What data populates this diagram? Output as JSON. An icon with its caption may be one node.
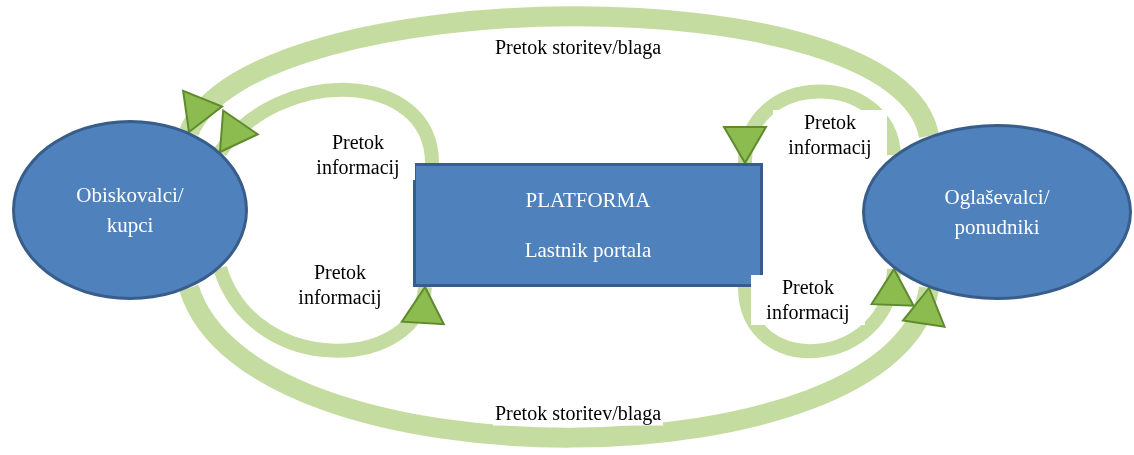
{
  "diagram": {
    "nodes": [
      {
        "text": [
          "Obiskovalci/ kupci"
        ]
      },
      {
        "text": [
          "PLATFORMA",
          "Lastnik portala"
        ]
      },
      {
        "text": [
          "Oglaševalci/ ponudniki"
        ]
      }
    ],
    "edges": [
      {
        "from": 2,
        "to": 0,
        "arrow": "to",
        "label": "Pretok storitev/blaga"
      },
      {
        "from": 1,
        "to": 0,
        "arrow": "to",
        "label": "Pretok informacij"
      },
      {
        "from": 2,
        "to": 1,
        "arrow": "to",
        "label": "Pretok informacij"
      },
      {
        "from": 0,
        "to": 1,
        "arrow": "to",
        "label": "Pretok informacij"
      },
      {
        "from": 1,
        "to": 2,
        "arrow": "to",
        "label": "Pretok informacij"
      },
      {
        "from": 0,
        "to": 2,
        "arrow": "to",
        "label": "Pretok storitev/blaga"
      }
    ]
  }
}
